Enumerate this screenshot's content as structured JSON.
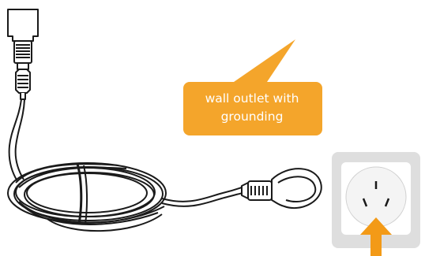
{
  "callout": {
    "line1": "wall outlet with",
    "line2": "grounding",
    "fill_color": "#F4A52B"
  },
  "outlet": {
    "frame_color": "#DEDEDE",
    "face_color": "#FFFFFF"
  },
  "arrow": {
    "color": "#F39A17",
    "direction": "up"
  },
  "cable": {
    "stroke_color": "#1A1A1A",
    "connectors": [
      "iec-c13-connector-icon",
      "three-prong-plug-icon"
    ]
  }
}
